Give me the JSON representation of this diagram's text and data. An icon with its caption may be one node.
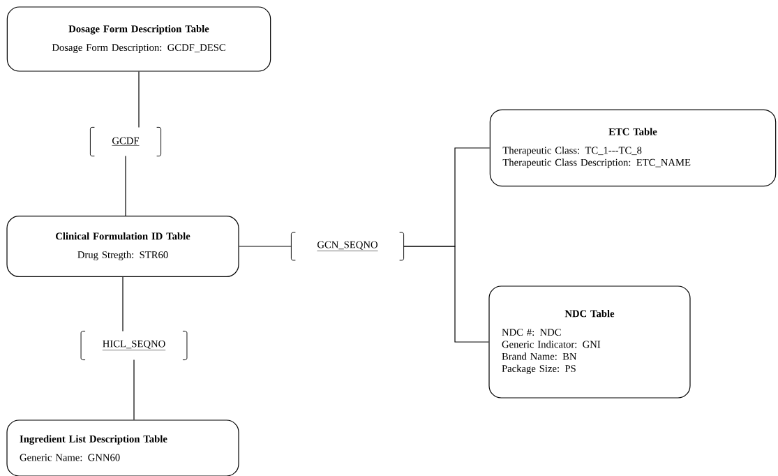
{
  "diagram": {
    "nodes": [
      {
        "text": [
          "Dosage Form Description Table",
          "Dosage Form Description: GCDF_DESC"
        ]
      },
      {
        "text": [
          "GCDF"
        ]
      },
      {
        "text": [
          "Clinical Formulation ID Table",
          "Drug Stregth: STR60"
        ]
      },
      {
        "text": [
          "GCN_SEQNO"
        ]
      },
      {
        "text": [
          "ETC Table",
          "Therapeutic Class: TC_1---TC_8",
          "Therapeutic Class Description: ETC_NAME"
        ]
      },
      {
        "text": [
          "HICL_SEQNO"
        ]
      },
      {
        "text": [
          "NDC Table",
          "NDC #: NDC",
          "Generic Indicator: GNI",
          "Brand Name: BN",
          "Package Size: PS"
        ]
      },
      {
        "text": [
          "Ingredient List Description Table",
          "Generic Name: GNN60"
        ]
      }
    ],
    "edges": [
      {
        "from": 0,
        "to": 1,
        "arrow": "none"
      },
      {
        "from": 1,
        "to": 2,
        "arrow": "none"
      },
      {
        "from": 2,
        "to": 3,
        "arrow": "none"
      },
      {
        "from": 3,
        "to": 4,
        "arrow": "none"
      },
      {
        "from": 3,
        "to": 6,
        "arrow": "none"
      },
      {
        "from": 2,
        "to": 5,
        "arrow": "none"
      },
      {
        "from": 5,
        "to": 7,
        "arrow": "none"
      }
    ]
  }
}
